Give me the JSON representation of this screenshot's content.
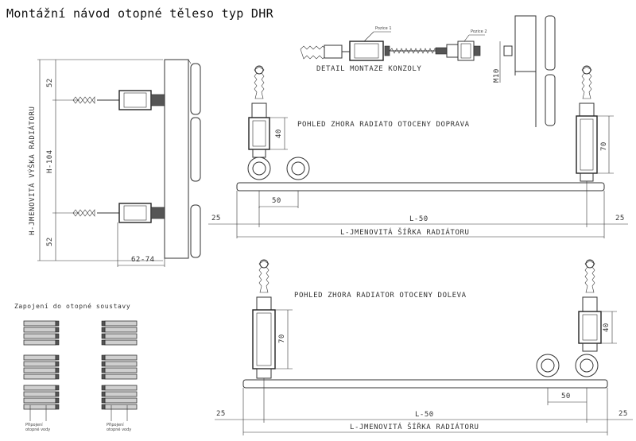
{
  "title": "Montážní návod otopné těleso typ DHR",
  "detail": {
    "label": "DETAIL MONTAZE KONZOLY",
    "pos1": "Pozice 1",
    "pos2": "Pozice 2",
    "m10": "M10"
  },
  "side_view": {
    "vertical_label": "H-JMENOVITÁ VÝŠKA RADIÁTORU",
    "dim_52_top": "52",
    "dim_h104": "H-104",
    "dim_52_bottom": "52",
    "dim_62_74": "62-74"
  },
  "top_view_right": {
    "label": "POHLED ZHORA RADIATO OTOCENY DOPRAVA",
    "dim_40": "40",
    "dim_70": "70",
    "dim_50": "50",
    "dim_25_left": "25",
    "dim_l50": "L-50",
    "dim_25_right": "25",
    "width_label": "L-JMENOVITÁ ŠÍŘKA RADIÁTORU"
  },
  "top_view_left": {
    "label": "POHLED ZHORA RADIATOR OTOCENY DOLEVA",
    "dim_70": "70",
    "dim_40": "40",
    "dim_50": "50",
    "dim_25_left": "25",
    "dim_l50": "L-50",
    "dim_25_right": "25",
    "width_label": "L-JMENOVITÁ ŠÍŘKA RADIÁTORU"
  },
  "connection": {
    "label": "Zapojení do otopné soustavy",
    "note_left": "Připojení\notopné vody",
    "note_right": "Připojení\notopné vody"
  }
}
